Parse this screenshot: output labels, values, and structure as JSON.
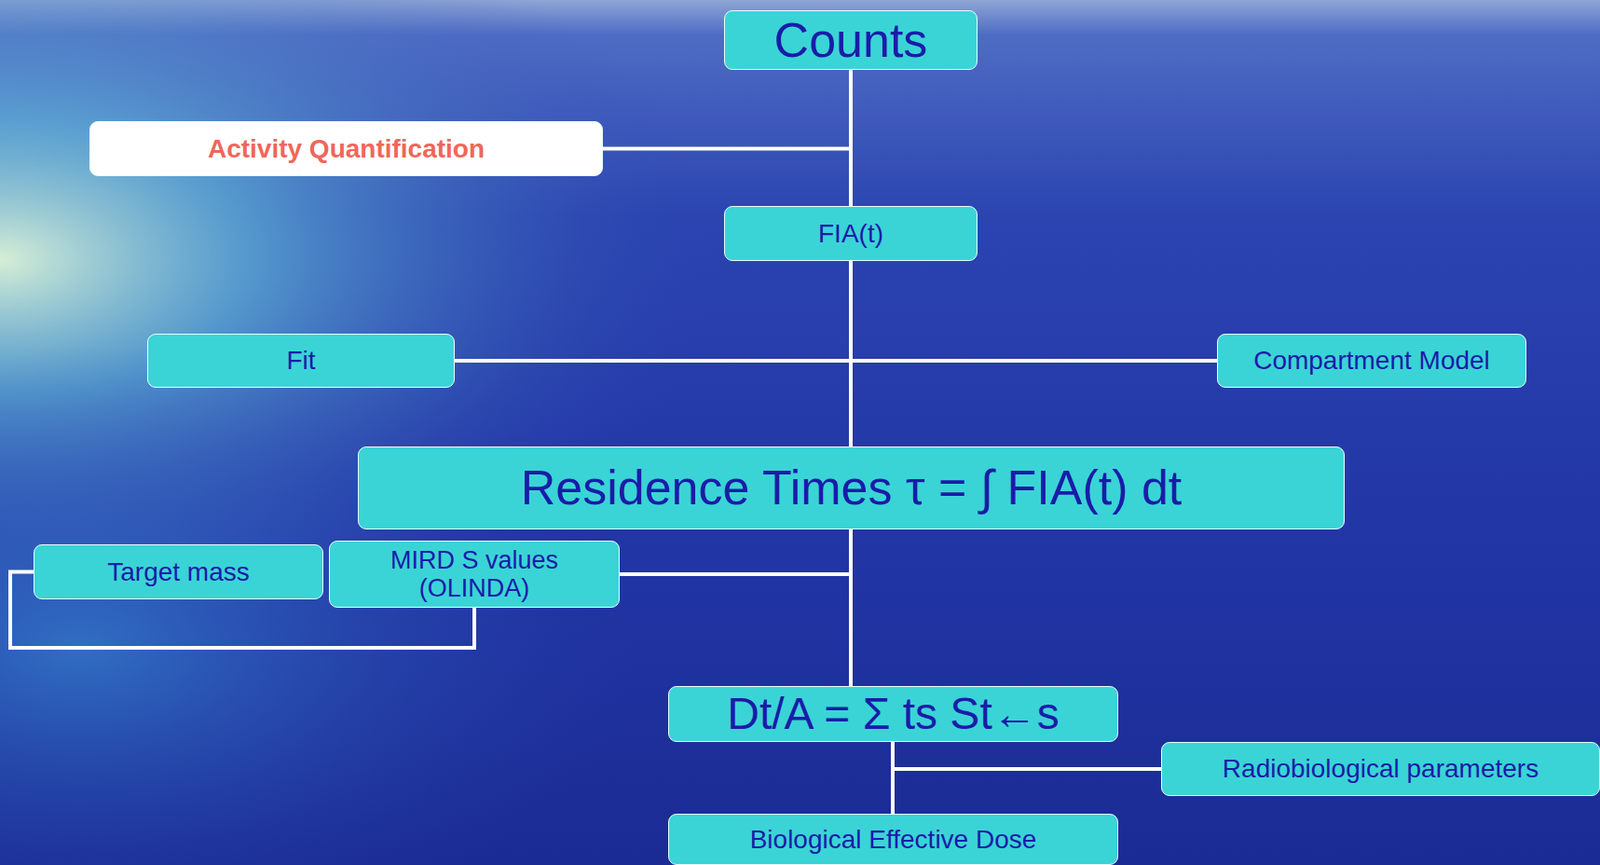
{
  "diagram": {
    "nodes": [
      {
        "text": [
          "Counts"
        ]
      },
      {
        "text": [
          "Activity Quantification"
        ]
      },
      {
        "text": [
          "FIA(t)"
        ]
      },
      {
        "text": [
          "Fit"
        ]
      },
      {
        "text": [
          "Compartment Model"
        ]
      },
      {
        "text": [
          "Residence Times τ = ∫ FIA(t) dt"
        ]
      },
      {
        "text": [
          "Target mass"
        ]
      },
      {
        "text": [
          "MIRD S values (OLINDA)"
        ]
      },
      {
        "text": [
          "Dt/A = Σ ts St←s"
        ]
      },
      {
        "text": [
          "Radiobiological parameters"
        ]
      },
      {
        "text": [
          "Biological Effective Dose"
        ]
      }
    ],
    "edges": [
      {
        "from": 0,
        "to": 2,
        "arrow": "none"
      },
      {
        "from": 1,
        "to": 2,
        "arrow": "none"
      },
      {
        "from": 2,
        "to": 5,
        "arrow": "none"
      },
      {
        "from": 3,
        "to": 5,
        "arrow": "none"
      },
      {
        "from": 4,
        "to": 5,
        "arrow": "none"
      },
      {
        "from": 5,
        "to": 8,
        "arrow": "none"
      },
      {
        "from": 6,
        "to": 7,
        "arrow": "none"
      },
      {
        "from": 7,
        "to": 8,
        "arrow": "none"
      },
      {
        "from": 8,
        "to": 10,
        "arrow": "none"
      },
      {
        "from": 9,
        "to": 10,
        "arrow": "none"
      }
    ]
  }
}
